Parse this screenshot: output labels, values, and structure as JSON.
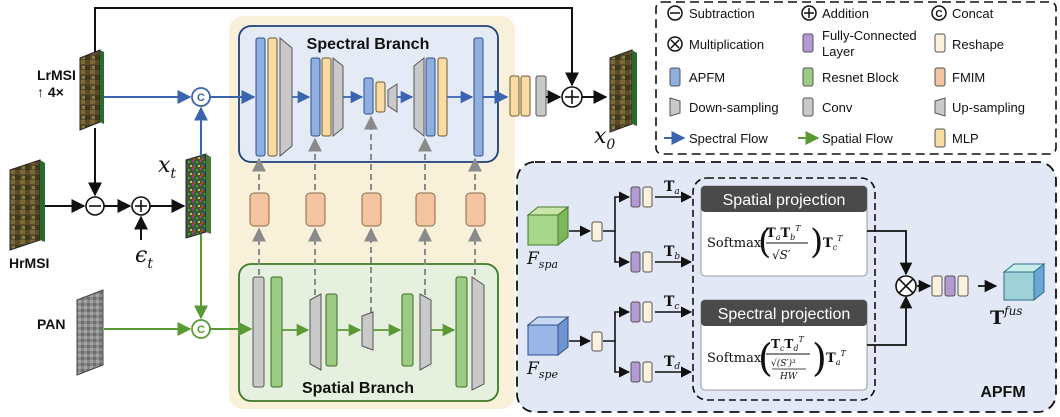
{
  "legend": {
    "subtraction": "Subtraction",
    "addition": "Addition",
    "concat": "Concat",
    "multiplication": "Multiplication",
    "fc_line1": "Fully-Connected",
    "fc_line2": "Layer",
    "reshape": "Reshape",
    "apfm": "APFM",
    "resnet": "Resnet Block",
    "fmim": "FMIM",
    "downsampling": "Down-sampling",
    "conv": "Conv",
    "upsampling": "Up-sampling",
    "spectral_flow": "Spectral Flow",
    "spatial_flow": "Spatial Flow",
    "mlp": "MLP",
    "concat_symbol": "C"
  },
  "inputs": {
    "lrmsi": "LrMSI",
    "lrmsi_scale": "↑ 4×",
    "hrmsi": "HrMSI",
    "pan": "PAN",
    "xt": "x",
    "xt_sub": "t",
    "eps": "ϵ",
    "eps_sub": "t",
    "x0": "x",
    "x0_sub": "0"
  },
  "branches": {
    "spectral": "Spectral Branch",
    "spatial": "Spatial Branch"
  },
  "apfm": {
    "title": "APFM",
    "f_spa": "F",
    "f_spa_sub": "spa",
    "f_spe": "F",
    "f_spe_sub": "spe",
    "spatial_projection": "Spatial projection",
    "spectral_projection": "Spectral projection",
    "softmax": "Softmax",
    "T": "T",
    "sub_a": "a",
    "sub_b": "b",
    "sub_c": "c",
    "sub_d": "d",
    "sup_T": "T",
    "sqrt_S": "√S′",
    "sqrt_S3": "√(S′)³",
    "HW": "HW",
    "out_sup": "fus"
  },
  "colors": {
    "spectral_flow": "#3a63b0",
    "spatial_flow": "#5a9a34",
    "apfm_block": "#8fb0df",
    "resnet_block": "#9ccc84",
    "fmim_block": "#f4c3a0",
    "fc_block": "#b39ad2",
    "reshape_block": "#fbf1dd",
    "mlp_block": "#f9dca4",
    "conv_block": "#c9c9c9",
    "spectral_panel": "#e4ebf7",
    "spatial_panel": "#e6f0de",
    "core_panel": "#f8f0d8",
    "apfm_panel": "#e3e8f6"
  }
}
